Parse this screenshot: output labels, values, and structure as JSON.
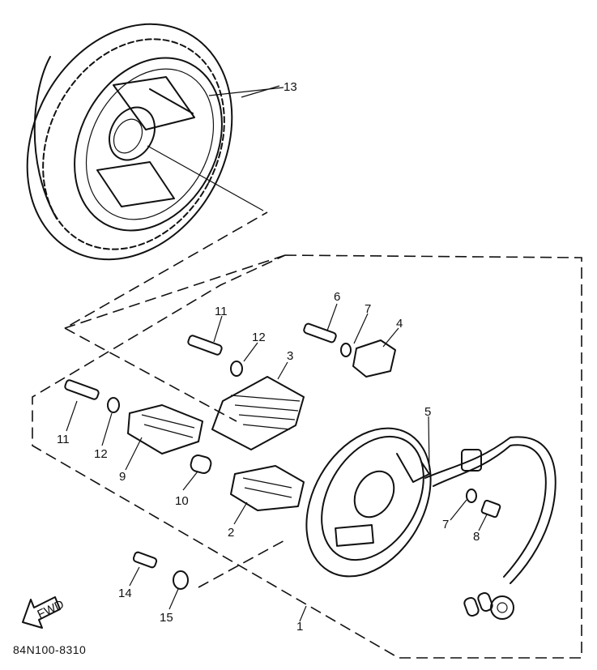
{
  "drawing_code": "84N100-8310",
  "fwd_arrow_text": "FWD",
  "callouts": [
    {
      "id": "1",
      "text": "1"
    },
    {
      "id": "2",
      "text": "2"
    },
    {
      "id": "3",
      "text": "3"
    },
    {
      "id": "4",
      "text": "4"
    },
    {
      "id": "5",
      "text": "5"
    },
    {
      "id": "6",
      "text": "6"
    },
    {
      "id": "7a",
      "text": "7"
    },
    {
      "id": "7b",
      "text": "7"
    },
    {
      "id": "8",
      "text": "8"
    },
    {
      "id": "9",
      "text": "9"
    },
    {
      "id": "10",
      "text": "10"
    },
    {
      "id": "11a",
      "text": "11"
    },
    {
      "id": "11b",
      "text": "11"
    },
    {
      "id": "12a",
      "text": "12"
    },
    {
      "id": "12b",
      "text": "12"
    },
    {
      "id": "13",
      "text": "13"
    },
    {
      "id": "14",
      "text": "14"
    },
    {
      "id": "15",
      "text": "15"
    }
  ]
}
